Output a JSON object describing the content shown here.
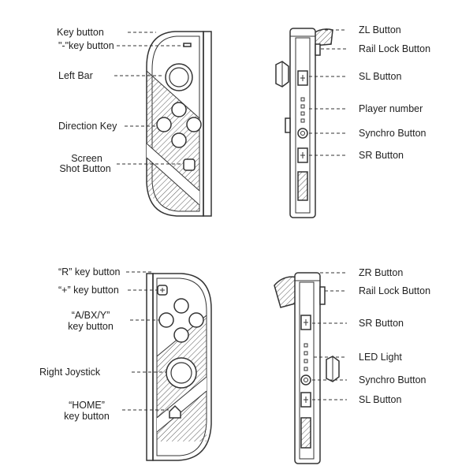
{
  "colors": {
    "ink": "#333333",
    "hatch": "#555555",
    "paper": "#ffffff"
  },
  "left_joycon": {
    "front_labels": [
      "Key button",
      "\"-\"key button",
      "Left Bar",
      "Direction Key",
      "Screen",
      "Shot Button"
    ],
    "side_labels": [
      "ZL Button",
      "Rail Lock Button",
      "SL Button",
      "Player number",
      "Synchro Button",
      "SR Button"
    ]
  },
  "right_joycon": {
    "front_labels": [
      "“R” key button",
      "“+” key button",
      "“A/BX/Y”",
      "key button",
      "Right Joystick",
      "“HOME”",
      "key button"
    ],
    "side_labels": [
      "ZR Button",
      "Rail Lock Button",
      "SR Button",
      "LED Light",
      "Synchro Button",
      "SL Button"
    ]
  }
}
